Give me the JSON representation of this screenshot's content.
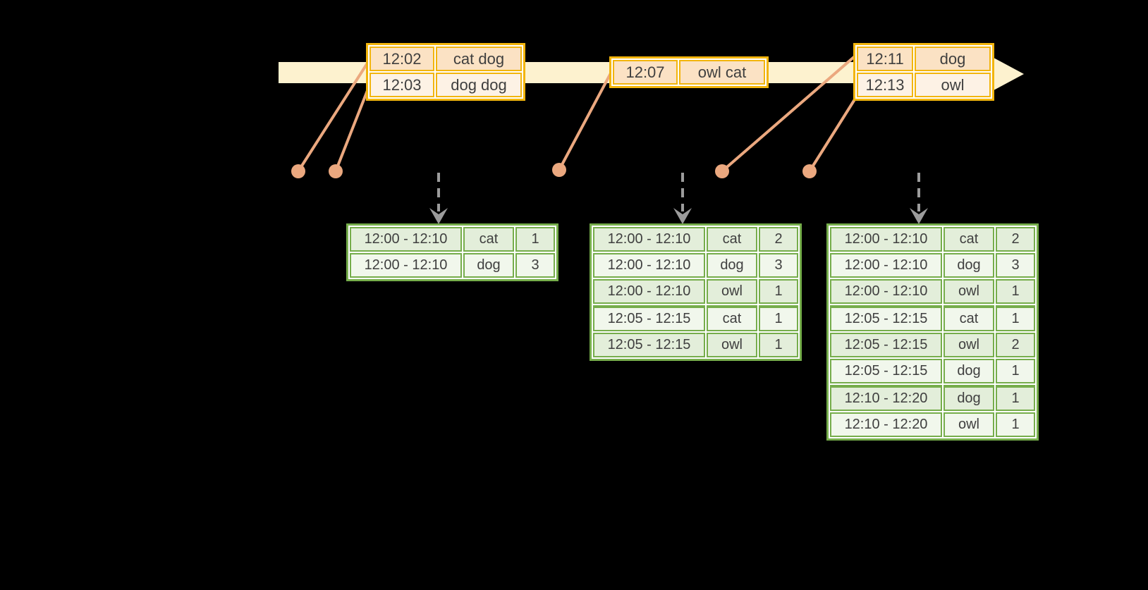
{
  "diagram": {
    "kind": "windowed-event-count-timeline"
  },
  "colors": {
    "bg": "#000000",
    "band": "#fdf2cf",
    "amber": "#f2b50d",
    "peach-dark": "#fbe2c4",
    "peach-light": "#fdf2e5",
    "salmon": "#eba87f",
    "gray": "#9c9c9c",
    "green": "#76ad4b",
    "green-dark": "#e3eeda",
    "green-light": "#f1f7ec",
    "txt": "#3f3f3f"
  },
  "event_tables": [
    {
      "rows": [
        [
          "12:02",
          "cat dog"
        ],
        [
          "12:03",
          "dog dog"
        ]
      ]
    },
    {
      "rows": [
        [
          "12:07",
          "owl cat"
        ]
      ]
    },
    {
      "rows": [
        [
          "12:11",
          "dog"
        ],
        [
          "12:13",
          "owl"
        ]
      ]
    }
  ],
  "result_tables": [
    {
      "group_starts": [],
      "rows": [
        [
          "12:00 - 12:10",
          "cat",
          "1"
        ],
        [
          "12:00 - 12:10",
          "dog",
          "3"
        ]
      ]
    },
    {
      "group_starts": [
        3
      ],
      "rows": [
        [
          "12:00 - 12:10",
          "cat",
          "2"
        ],
        [
          "12:00 - 12:10",
          "dog",
          "3"
        ],
        [
          "12:00 - 12:10",
          "owl",
          "1"
        ],
        [
          "12:05 - 12:15",
          "cat",
          "1"
        ],
        [
          "12:05 - 12:15",
          "owl",
          "1"
        ]
      ]
    },
    {
      "group_starts": [
        3,
        6
      ],
      "rows": [
        [
          "12:00 - 12:10",
          "cat",
          "2"
        ],
        [
          "12:00 - 12:10",
          "dog",
          "3"
        ],
        [
          "12:00 - 12:10",
          "owl",
          "1"
        ],
        [
          "12:05 - 12:15",
          "cat",
          "1"
        ],
        [
          "12:05 - 12:15",
          "owl",
          "2"
        ],
        [
          "12:05 - 12:15",
          "dog",
          "1"
        ],
        [
          "12:10 - 12:20",
          "dog",
          "1"
        ],
        [
          "12:10 - 12:20",
          "owl",
          "1"
        ]
      ]
    }
  ]
}
